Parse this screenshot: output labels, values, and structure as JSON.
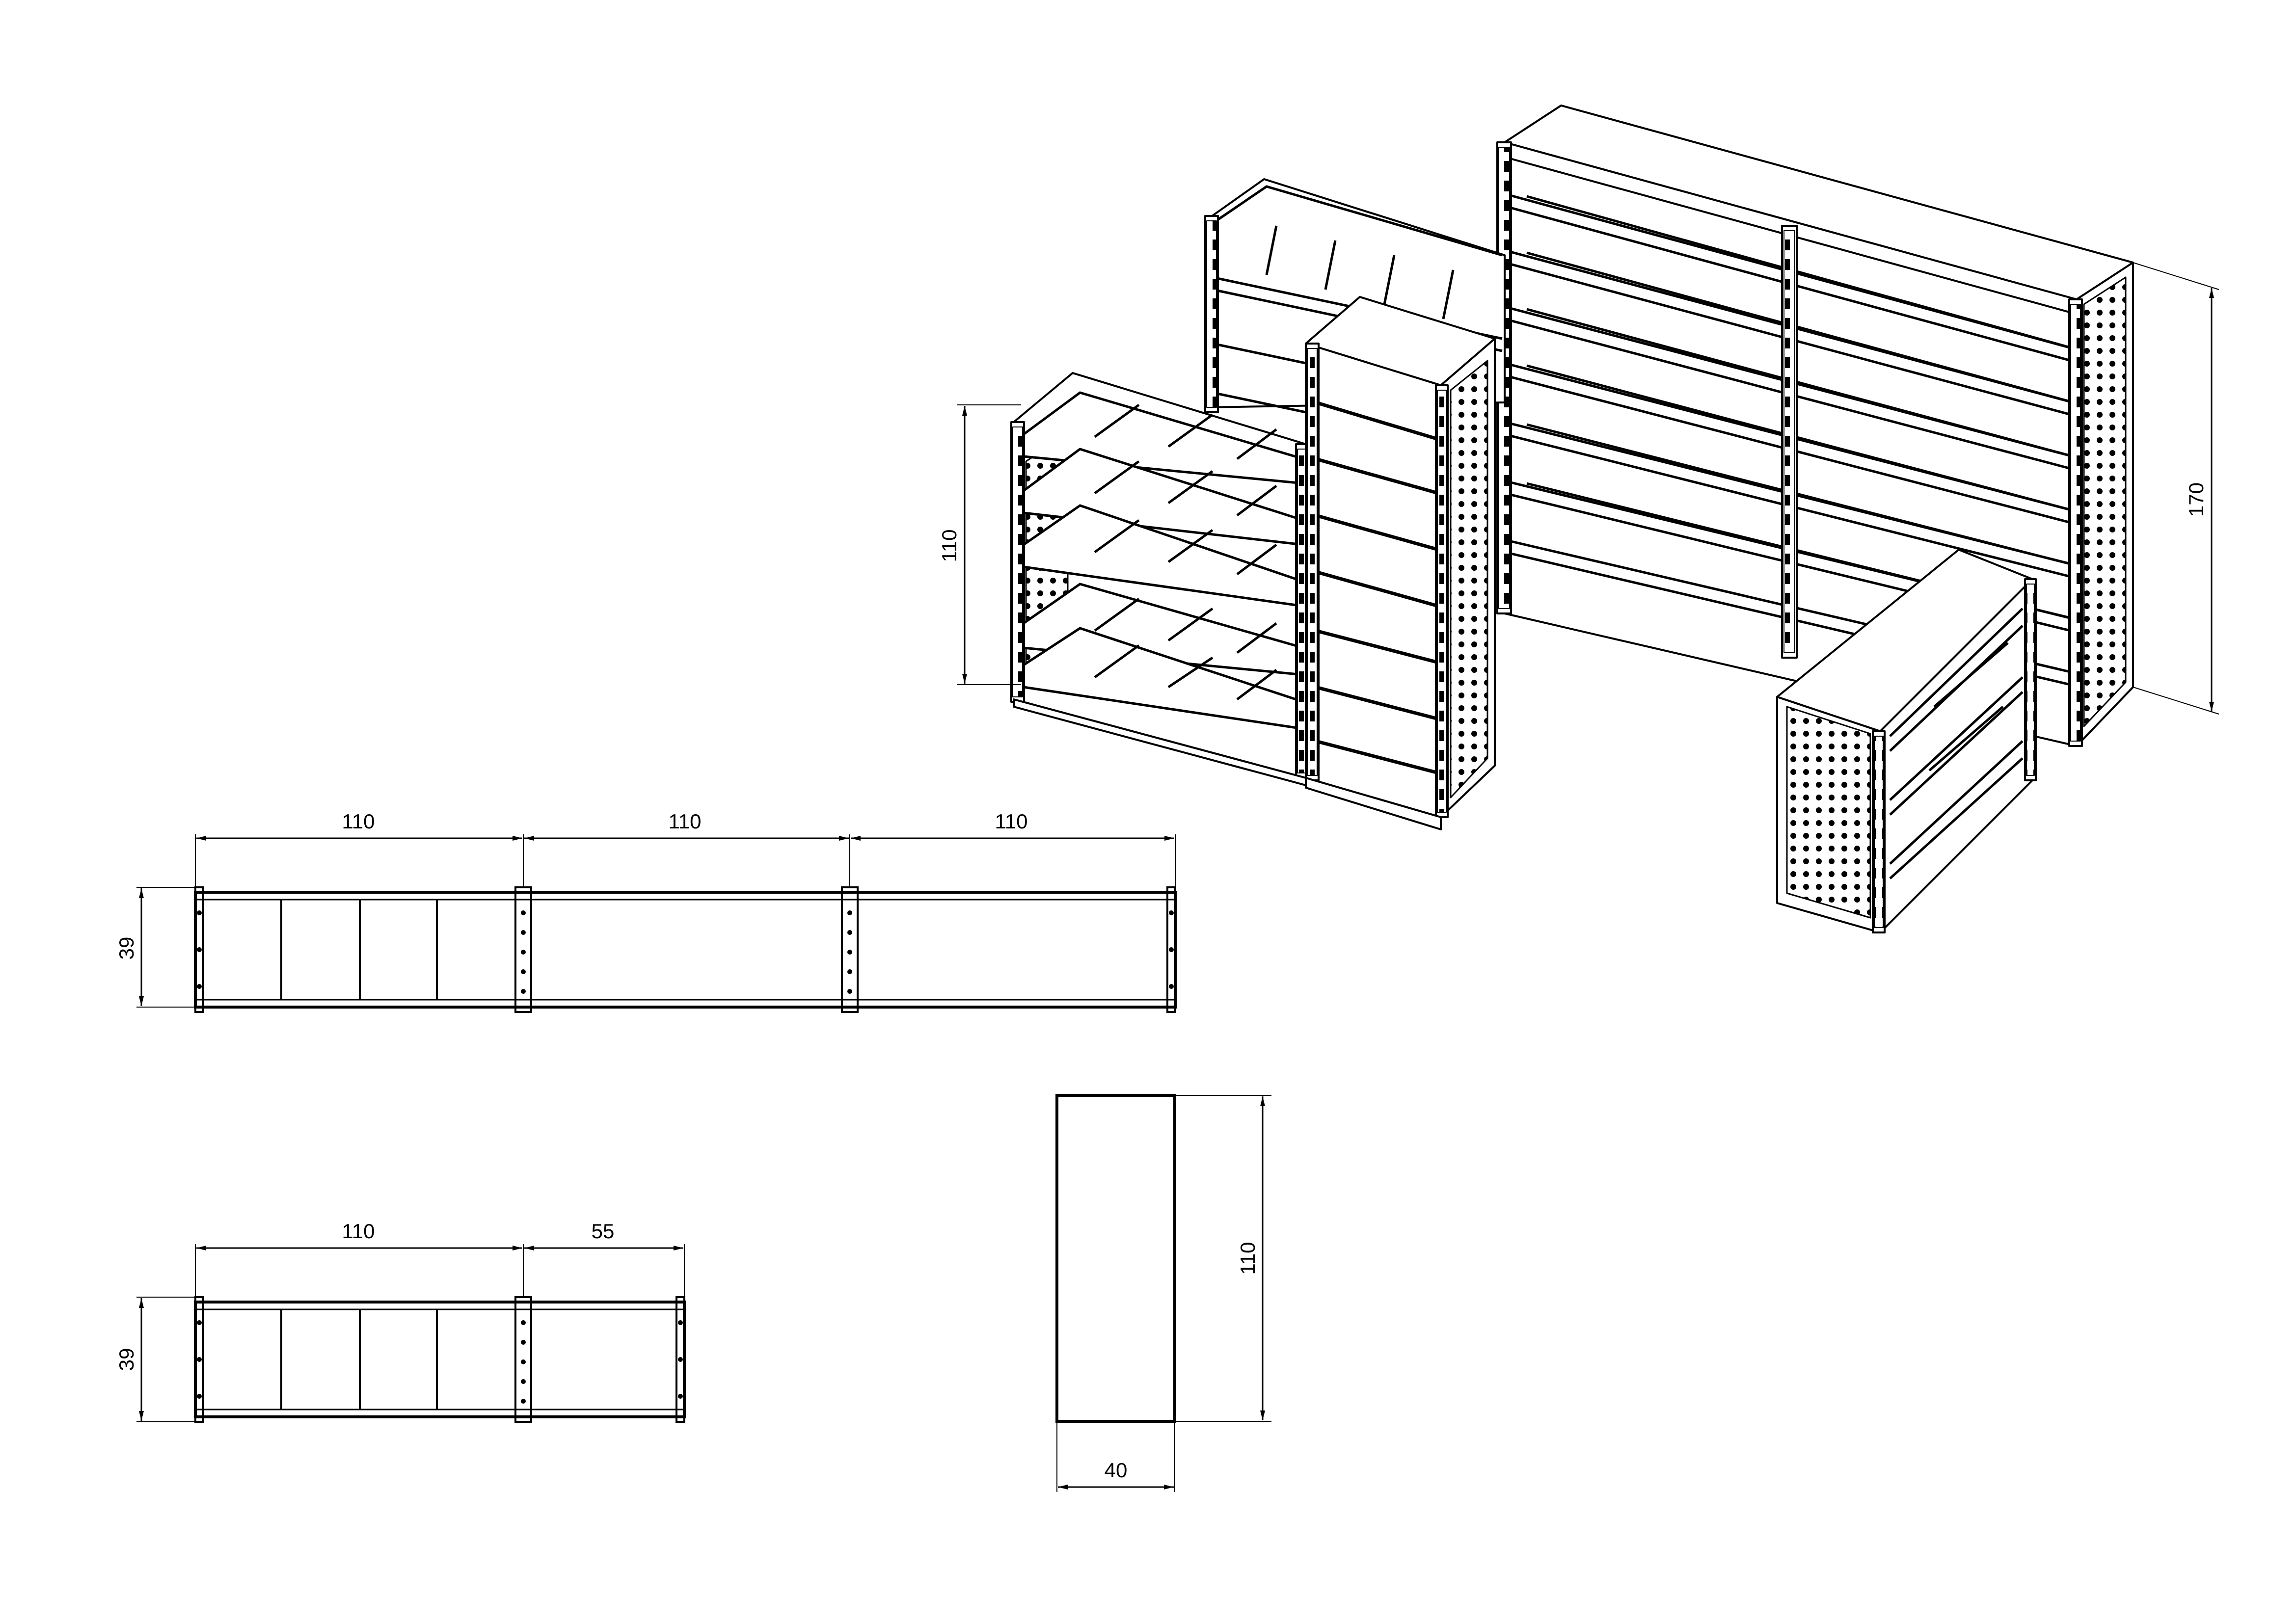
{
  "drawing": {
    "top_view_1": {
      "widths": [
        "110",
        "110",
        "110"
      ],
      "depth": "39"
    },
    "top_view_2": {
      "widths": [
        "110",
        "55"
      ],
      "depth": "39"
    },
    "side_view": {
      "height": "110",
      "depth": "40"
    },
    "iso_view": {
      "left_height": "110",
      "right_height": "170"
    }
  },
  "colors": {
    "line": "#000000",
    "background": "#ffffff"
  }
}
